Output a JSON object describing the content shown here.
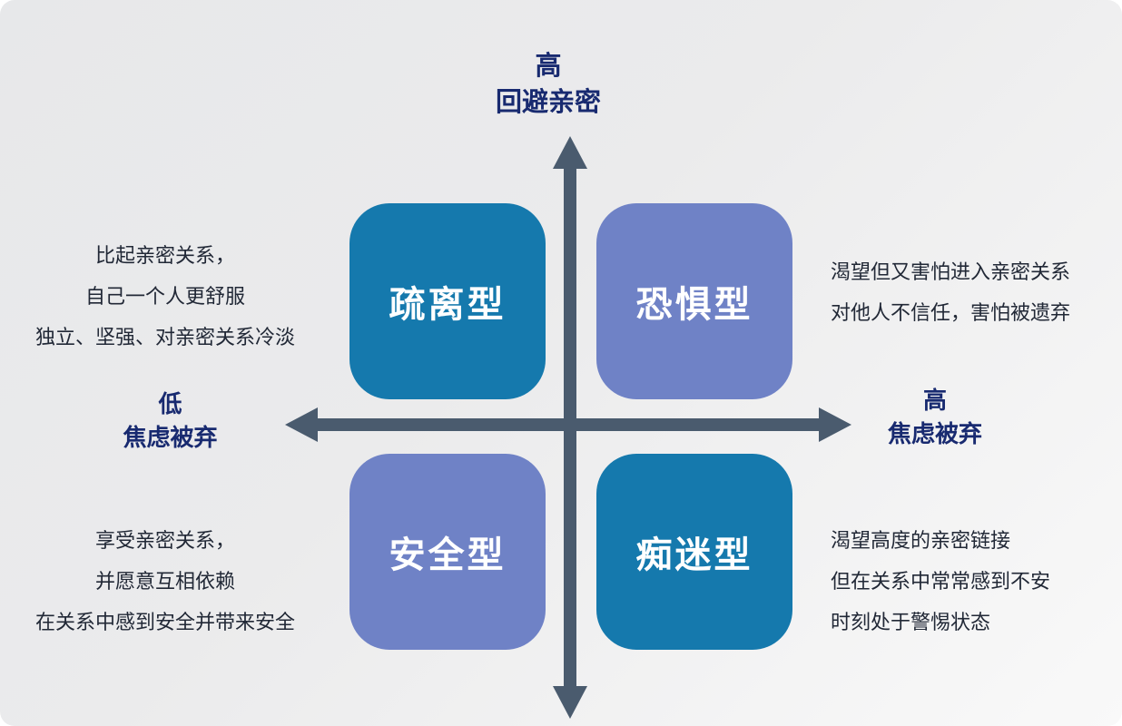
{
  "colors": {
    "quadrant_teal": "#1579ad",
    "quadrant_periwinkle": "#6f82c6",
    "axis": "#4a5b6e",
    "axis_label_text": "#182a70",
    "description_text": "#212836"
  },
  "axes": {
    "top": {
      "level": "高",
      "dimension": "回避亲密"
    },
    "left": {
      "level": "低",
      "dimension": "焦虑被弃"
    },
    "right": {
      "level": "高",
      "dimension": "焦虑被弃"
    }
  },
  "quadrants": [
    {
      "id": "top-left",
      "title": "疏离型",
      "color": "#1579ad"
    },
    {
      "id": "top-right",
      "title": "恐惧型",
      "color": "#6f82c6"
    },
    {
      "id": "bottom-left",
      "title": "安全型",
      "color": "#6f82c6"
    },
    {
      "id": "bottom-right",
      "title": "痴迷型",
      "color": "#1579ad"
    }
  ],
  "descriptions": {
    "top_left": [
      "比起亲密关系，",
      "自己一个人更舒服",
      "独立、坚强、对亲密关系冷淡"
    ],
    "top_right": [
      "渴望但又害怕进入亲密关系",
      "对他人不信任，害怕被遗弃"
    ],
    "bottom_left": [
      "享受亲密关系，",
      "并愿意互相依赖",
      "在关系中感到安全并带来安全"
    ],
    "bottom_right": [
      "渴望高度的亲密链接",
      "但在关系中常常感到不安",
      "时刻处于警惕状态"
    ]
  }
}
